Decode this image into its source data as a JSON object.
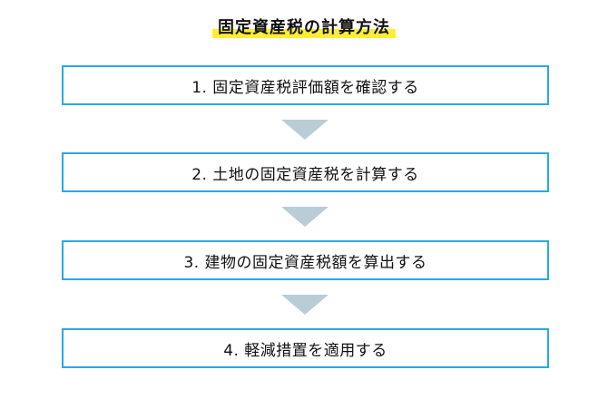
{
  "title": "固定資産税の計算方法",
  "steps": [
    {
      "label": "1. 固定資産税評価額を確認する"
    },
    {
      "label": "2. 土地の固定資産税を計算する"
    },
    {
      "label": "3. 建物の固定資産税額を算出する"
    },
    {
      "label": "4. 軽減措置を適用する"
    }
  ],
  "colors": {
    "box_border": "#2aa7e8",
    "arrow": "#b9cdd6",
    "title_highlight": "#ffee33"
  }
}
